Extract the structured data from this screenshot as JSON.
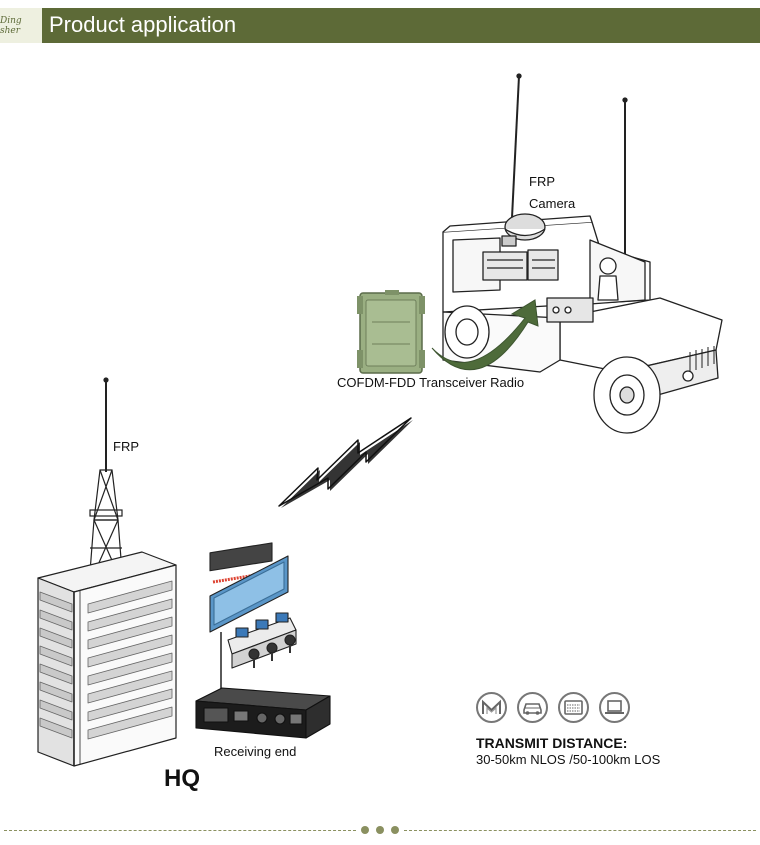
{
  "header": {
    "logo_text": "Ding sher",
    "title": "Product application"
  },
  "labels": {
    "frp_vehicle": "FRP",
    "camera": "Camera",
    "radio": "COFDM-FDD Transceiver Radio",
    "frp_tower": "FRP",
    "receiving_end": "Receiving end",
    "hq": "HQ"
  },
  "transmit": {
    "title": "TRANSMIT DISTANCE:",
    "detail": "30-50km NLOS /50-100km LOS"
  },
  "feature_icons": [
    "m-logo-icon",
    "car-icon",
    "radio-device-icon",
    "laptop-icon"
  ],
  "colors": {
    "header_bg": "#5d6a37",
    "logo_bg": "#eef0e0",
    "radio_case": "#9aaf82",
    "signal_arrow": "#4e6b3a",
    "footer_dots": "#8a9060"
  }
}
